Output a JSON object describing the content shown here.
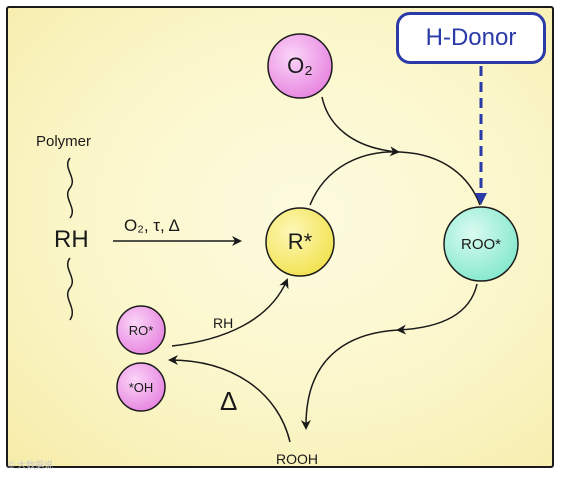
{
  "diagram": {
    "hdonor_label": "H-Donor",
    "polymer_label": "Polymer",
    "rh_main_label": "RH",
    "reaction_conditions": "O₂, τ, Δ",
    "nodes": {
      "o2": {
        "label": "O₂",
        "color": "#ef9bea"
      },
      "r_radical": {
        "label": "R*",
        "color": "#f6ea6e"
      },
      "roo_radical": {
        "label": "ROO*",
        "color": "#9ff0d8"
      },
      "ro_radical": {
        "label": "RO*",
        "color": "#ef9bea"
      },
      "oh_radical": {
        "label": "*OH",
        "color": "#ef9bea"
      }
    },
    "rh_arrow_label": "RH",
    "delta_label": "Δ",
    "rooh_label": "ROOH",
    "accent_blue": "#2a3aa8"
  },
  "watermark": "© 大数据说"
}
